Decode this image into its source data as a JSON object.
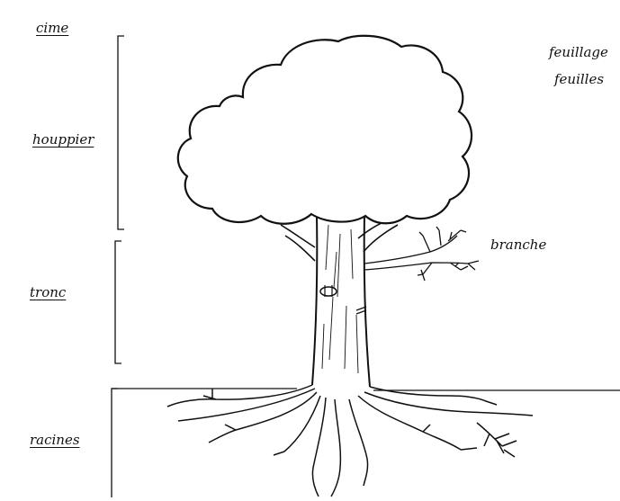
{
  "labels": {
    "cime": "cime",
    "houppier": "houppier",
    "tronc": "tronc",
    "racines": "racines",
    "feuillage": "feuillage",
    "feuilles": "feuilles",
    "branche": "branche"
  },
  "colors": {
    "ink": "#111111",
    "background": "#ffffff"
  }
}
